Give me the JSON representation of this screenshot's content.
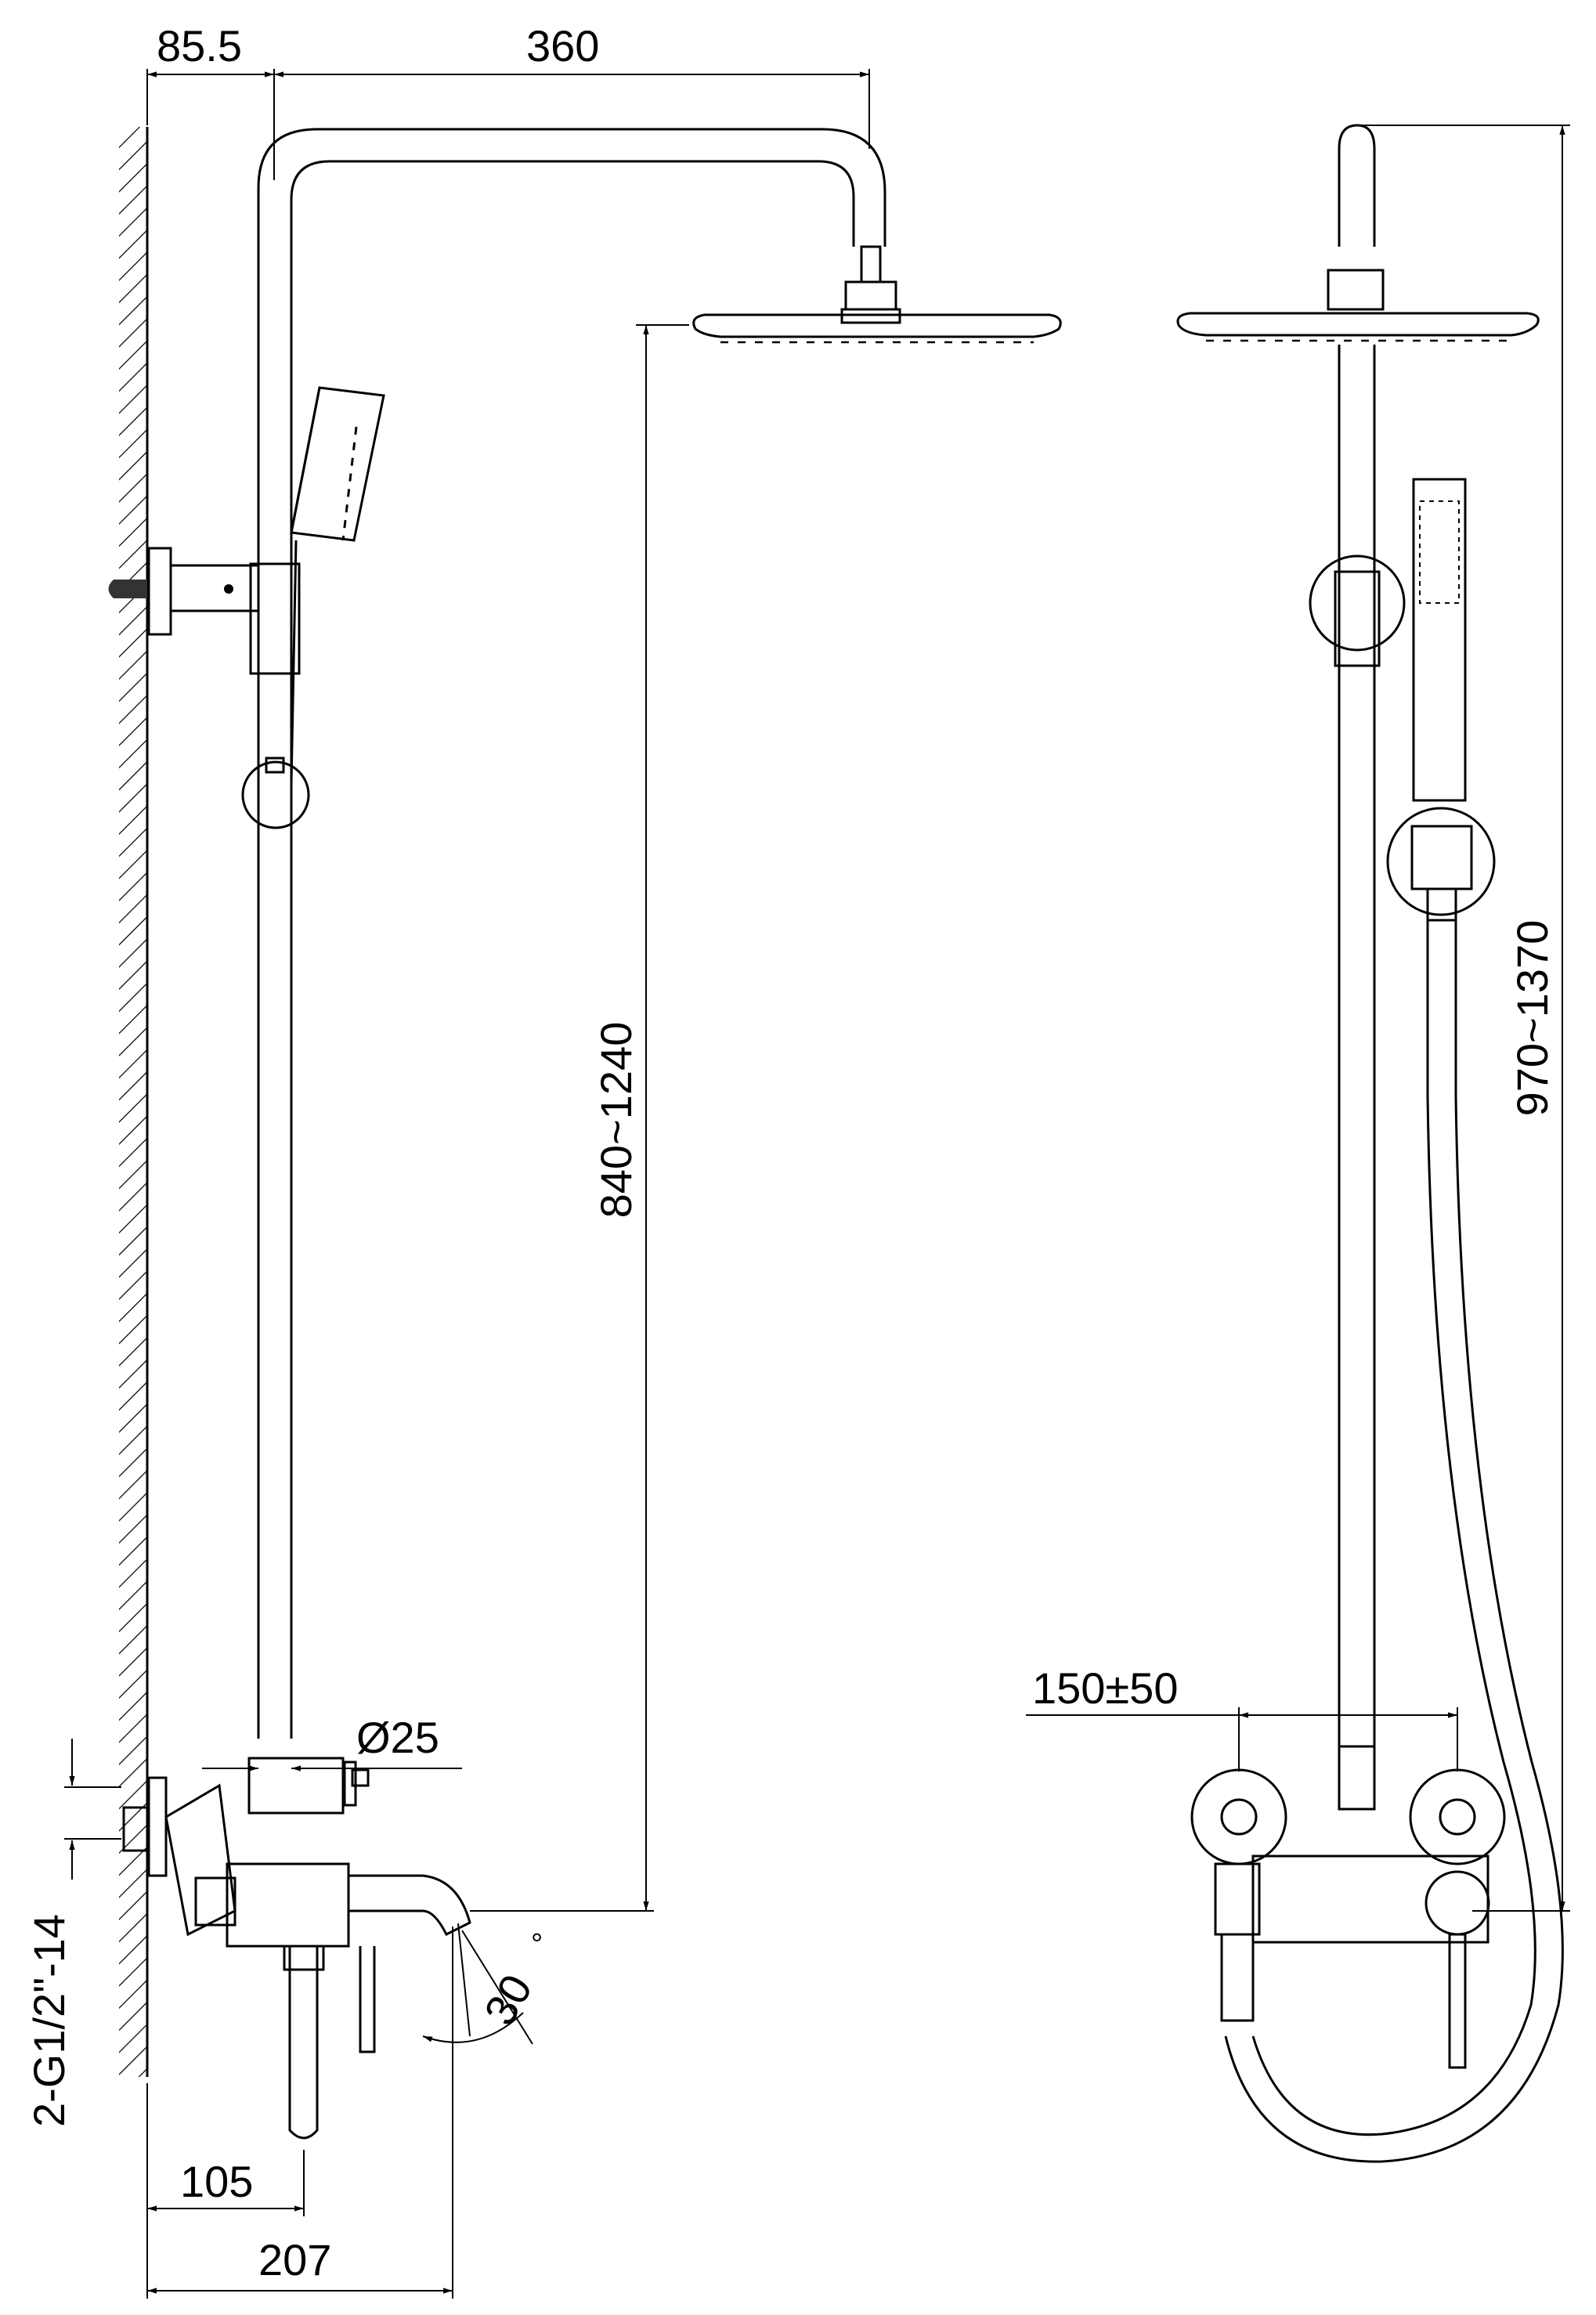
{
  "dimensions": {
    "wall_offset": "85.5",
    "arm_reach": "360",
    "head_height": "840~1240",
    "total_height": "970~1370",
    "pipe_diameter": "Ø25",
    "spout_angle": "30",
    "degree_mark": "°",
    "inlet_thread": "2-G1/2\"-14",
    "spout_projection": "105",
    "overall_depth": "207",
    "inlet_spacing": "150±50"
  }
}
